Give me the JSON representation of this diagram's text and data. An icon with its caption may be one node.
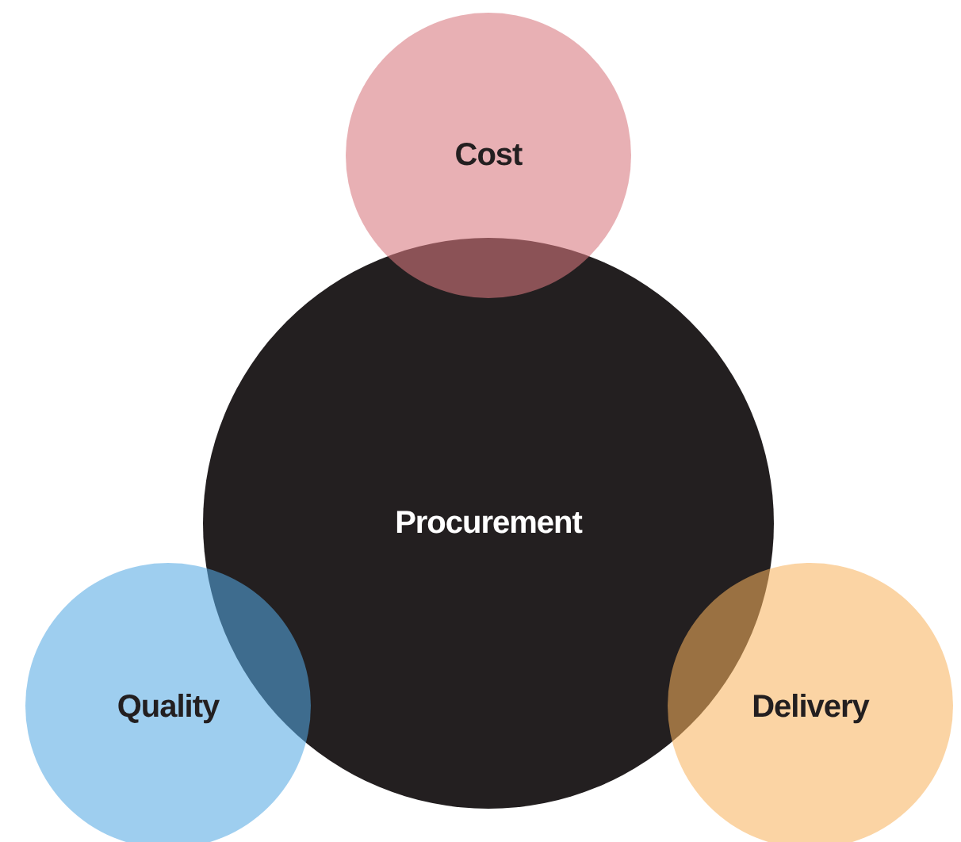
{
  "diagram": {
    "nodes": [
      {
        "text": [
          "Procurement"
        ]
      },
      {
        "text": [
          "Cost"
        ]
      },
      {
        "text": [
          "Quality"
        ]
      },
      {
        "text": [
          "Delivery"
        ]
      }
    ]
  }
}
